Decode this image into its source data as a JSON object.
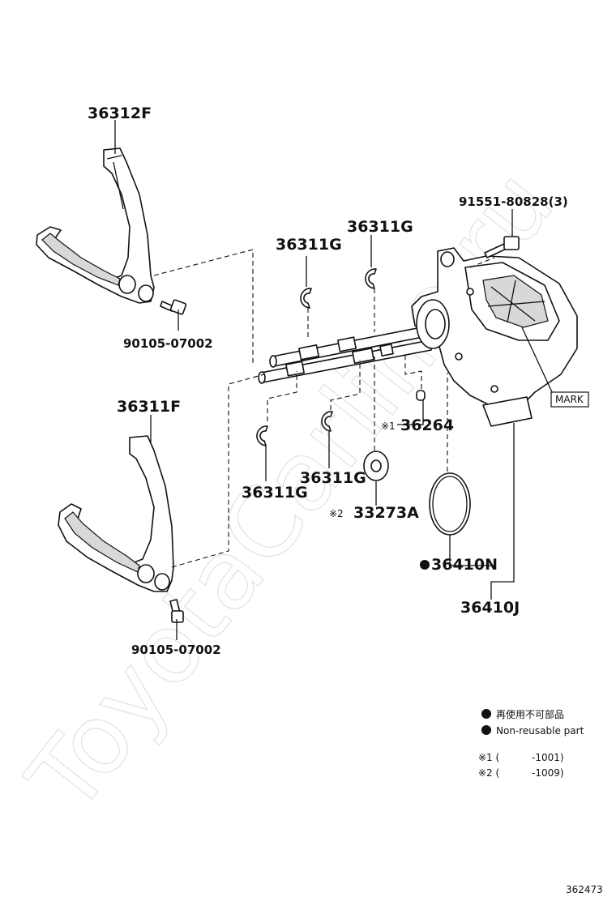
{
  "watermark": "ToyotaCarline.ru",
  "callouts": {
    "fork_upper": "36312F",
    "fork_lower": "36311F",
    "bolt_upper": "90105-07002",
    "bolt_lower": "90105-07002",
    "ring_a": "36311G",
    "ring_b": "36311G",
    "ring_c": "36311G",
    "ring_d": "36311G",
    "cover_bolt": "91551-80828(3)",
    "mark_label": "MARK",
    "pin": "36264",
    "pin_note": "※1",
    "washer": "33273A",
    "washer_note": "※2",
    "oring": "36410N",
    "assembly": "36410J"
  },
  "legend": {
    "non_reusable_jp": "再使用不可部品",
    "non_reusable_en": "Non-reusable part",
    "note1_mark": "※1 (",
    "note1_value": "-1001)",
    "note2_mark": "※2 (",
    "note2_value": "-1009)"
  },
  "figure_id": "362473"
}
